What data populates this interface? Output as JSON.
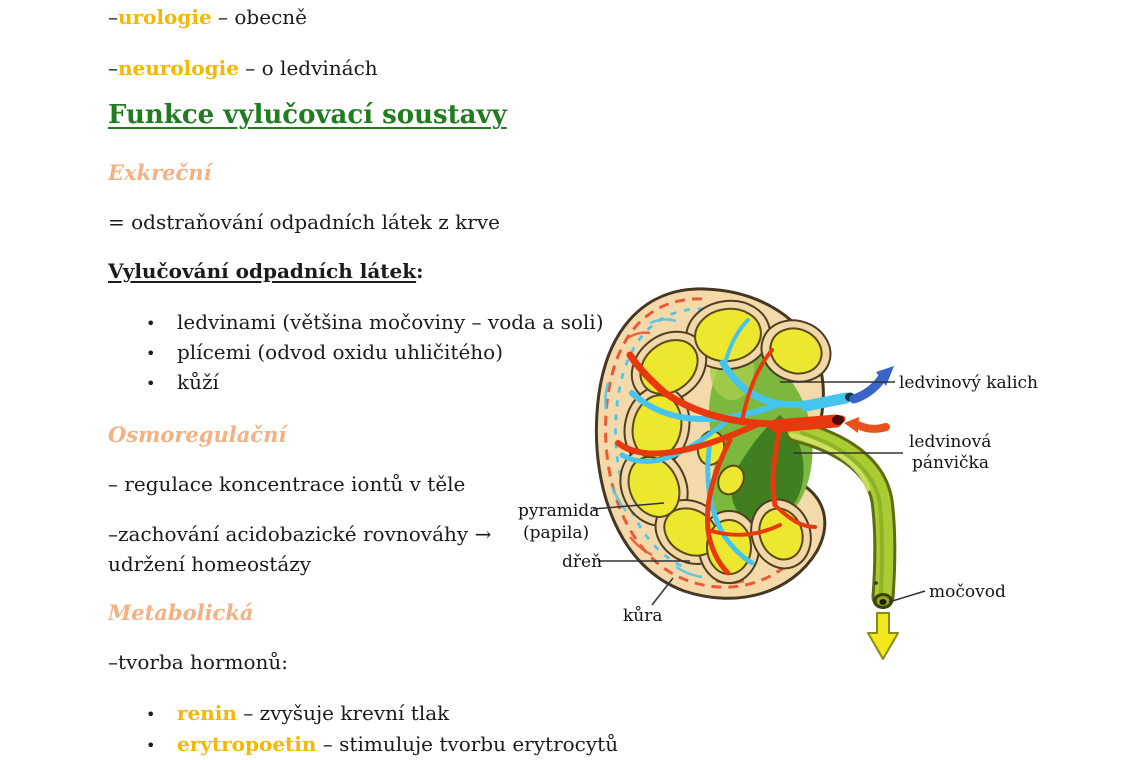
{
  "page": {
    "background": "#ffffff"
  },
  "colors": {
    "term_gold": "#F5B800",
    "subhead_peach": "#F4B183",
    "heading_green": "#1F7C1F",
    "body_text": "#1b1b1b",
    "kidney_cortex_tan": "#F4D9AB",
    "kidney_pyramid_yellow": "#EDE82F",
    "kidney_pelvis_green": "#7CB83D",
    "artery_red": "#E8380D",
    "vein_cyan": "#45C5EE",
    "ureter_green": "#A9CC33",
    "arrow_blue": "#3A63C8",
    "arrow_red": "#E8521A",
    "urine_arrow_yellow": "#F1E71C"
  },
  "doc": {
    "bullet_char": "•",
    "para_urologie": {
      "dash": "–",
      "term": "urologie",
      "rest": " – obecně"
    },
    "para_neurologie": {
      "dash": "–",
      "term": "neurologie",
      "rest": " – o ledvinách"
    },
    "heading": "Funkce vylučovací soustavy",
    "sub_exkrecni": "Exkreční",
    "para_definition": "= odstraňování odpadních látek z krve",
    "para_vylucovani": {
      "underlined": "Vylučování odpadních látek",
      "suffix": ":"
    },
    "excretion_list": {
      "items": [
        {
          "text": "ledvinami (většina močoviny – voda a soli)"
        },
        {
          "text": "plícemi (odvod oxidu uhličitého)"
        },
        {
          "text": "kůží"
        }
      ]
    },
    "sub_osmoregulacni": "Osmoregulační",
    "para_regulace": "– regulace koncentrace iontů v těle",
    "para_zachovani_line1": "–zachování acidobazické rovnováhy →",
    "para_zachovani_line2": "udržení homeostázy",
    "sub_metabolicka": "Metabolická",
    "para_hormony": "–tvorba hormonů:",
    "hormone_list": {
      "items": [
        {
          "term": "renin",
          "rest": " – zvyšuje krevní tlak"
        },
        {
          "term": "erytropoetin",
          "rest": " – stimuluje tvorbu erytrocytů"
        }
      ]
    }
  },
  "diagram": {
    "labels": {
      "kalich": "ledvinový kalich",
      "panvicka_line1": "ledvinová",
      "panvicka_line2": "pánvička",
      "pyramida_line1": "pyramida",
      "pyramida_line2": "(papila)",
      "dren": "dřeň",
      "kura": "kůra",
      "mocovod": "močovod"
    }
  }
}
